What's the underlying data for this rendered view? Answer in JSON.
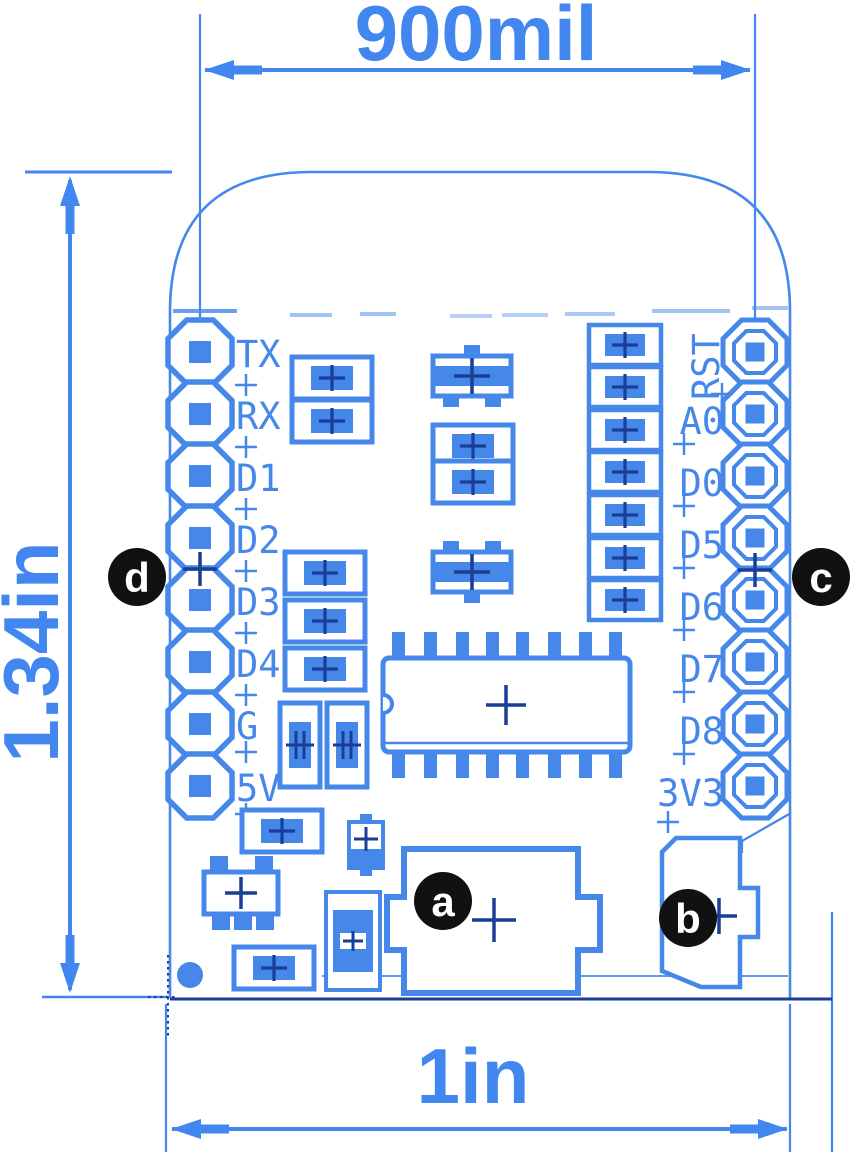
{
  "diagram": {
    "dimensions": {
      "top": "900mil",
      "left": "1.34in",
      "bottom": "1in"
    },
    "pins": {
      "left": [
        "TX",
        "RX",
        "D1",
        "D2",
        "D3",
        "D4",
        "G",
        "5V"
      ],
      "right": [
        "RST",
        "A0",
        "D0",
        "D5",
        "D6",
        "D7",
        "D8",
        "3V3"
      ]
    },
    "markers": {
      "a": "a",
      "b": "b",
      "c": "c",
      "d": "d"
    },
    "colors": {
      "line_blue": "#4687ea",
      "dimension_blue": "#4286f0",
      "detail_navy": "#1a3e96",
      "marker_black": "#111111",
      "background": "#ffffff"
    }
  }
}
